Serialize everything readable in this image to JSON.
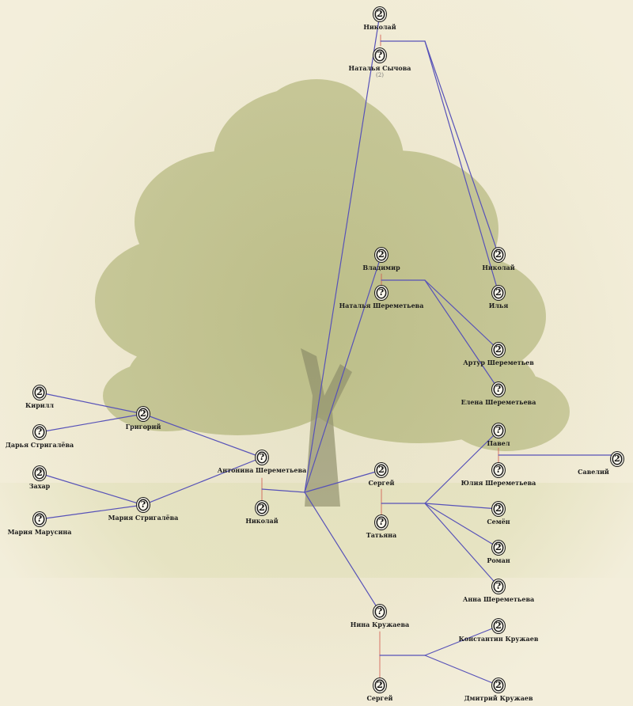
{
  "colors": {
    "background": "#efe9d3",
    "parent_link": "#5752b8",
    "spouse_link": "#d1554a",
    "foliage": "#a9ae70",
    "trunk": "#8c8c66"
  },
  "people": {
    "nikolai_top": {
      "badge": "2",
      "name": "Николай"
    },
    "natalia_sychova": {
      "badge": "?",
      "name": "Наталья Сычова",
      "note": "(2)"
    },
    "nikolai_right": {
      "badge": "2",
      "name": "Николай"
    },
    "ilya": {
      "badge": "2",
      "name": "Илья"
    },
    "vladimir": {
      "badge": "2",
      "name": "Владимир"
    },
    "natalia_sheremetyeva": {
      "badge": "?",
      "name": "Наталья Шереметьева"
    },
    "artur": {
      "badge": "2",
      "name": "Артур Шереметьев"
    },
    "elena": {
      "badge": "?",
      "name": "Елена Шереметьева"
    },
    "kirill": {
      "badge": "2",
      "name": "Кирилл"
    },
    "daria": {
      "badge": "?",
      "name": "Дарья Стригалёва"
    },
    "grigory": {
      "badge": "2",
      "name": "Григорий"
    },
    "zakhar": {
      "badge": "2",
      "name": "Захар"
    },
    "maria_marusina": {
      "badge": "?",
      "name": "Мария Марусина"
    },
    "maria_strigaleva": {
      "badge": "?",
      "name": "Мария Стригалёва"
    },
    "antonina": {
      "badge": "?",
      "name": "Антонина Шереметьева"
    },
    "nikolai_low": {
      "badge": "2",
      "name": "Николай"
    },
    "sergey_mid": {
      "badge": "2",
      "name": "Сергей"
    },
    "tatiana": {
      "badge": "?",
      "name": "Татьяна"
    },
    "pavel": {
      "badge": "?",
      "name": "Павел"
    },
    "yulia": {
      "badge": "?",
      "name": "Юлия Шереметьева"
    },
    "saveliy": {
      "badge": "2",
      "name": "Савелий"
    },
    "semyon": {
      "badge": "2",
      "name": "Семён"
    },
    "roman": {
      "badge": "2",
      "name": "Роман"
    },
    "anna": {
      "badge": "?",
      "name": "Анна Шереметьева"
    },
    "nina": {
      "badge": "?",
      "name": "Нина Кружаева"
    },
    "konstantin": {
      "badge": "2",
      "name": "Константин Кружаев"
    },
    "sergey_bottom": {
      "badge": "2",
      "name": "Сергей"
    },
    "dmitry": {
      "badge": "2",
      "name": "Дмитрий Кружаев"
    }
  }
}
